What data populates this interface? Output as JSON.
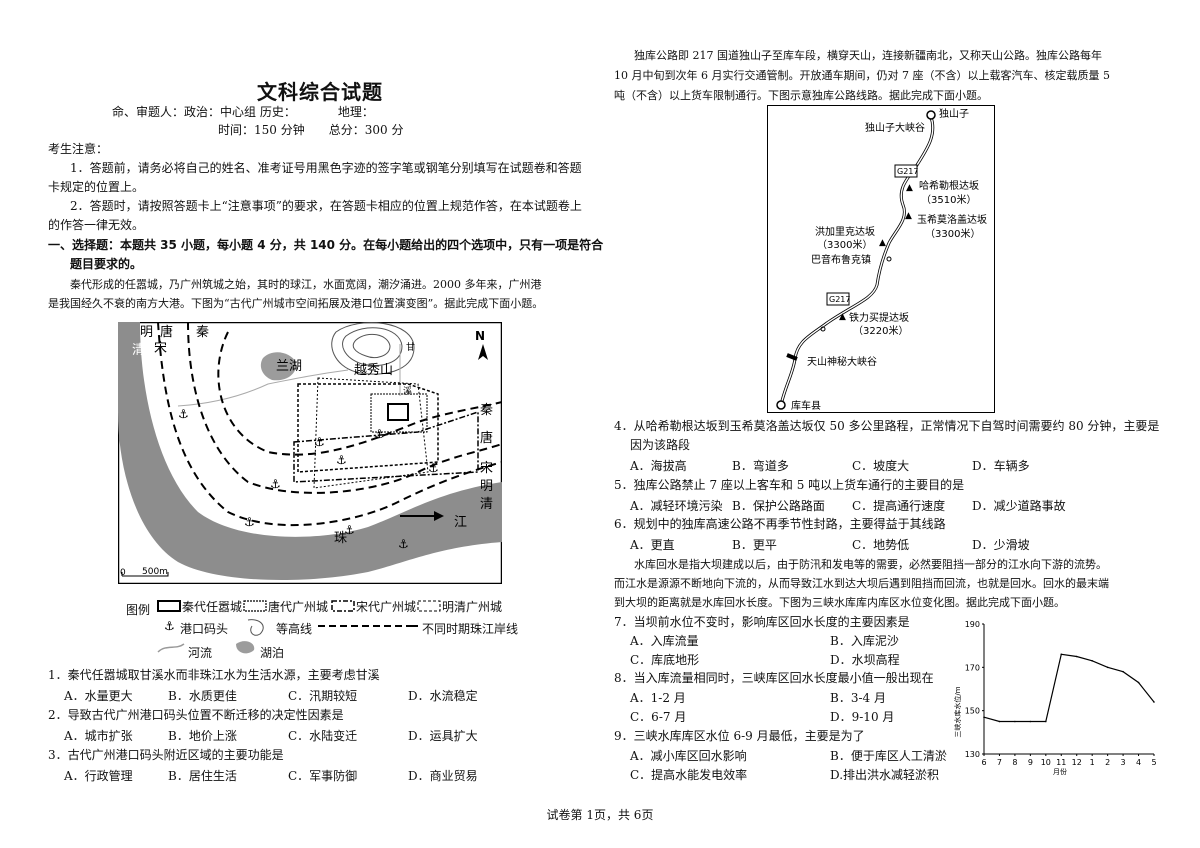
{
  "header": {
    "title": "文科综合试题",
    "authors": "命、审题人：政治：中心组 历史：　　　　地理：",
    "time_info": "时间：150 分钟　　总分：300 分"
  },
  "notice": {
    "heading": "考生注意：",
    "item1_a": "1．答题前，请务必将自己的姓名、准考证号用黑色字迹的签字笔或钢笔分别填写在试题卷和答题",
    "item1_b": "卡规定的位置上。",
    "item2_a": "2．答题时，请按照答题卡上“注意事项”的要求，在答题卡相应的位置上规范作答，在本试题卷上",
    "item2_b": "的作答一律无效。"
  },
  "section1": {
    "heading_a": "一、选择题：本题共 35 小题，每小题 4 分，共 140 分。在每小题给出的四个选项中，只有一项是符合",
    "heading_b": "题目要求的。",
    "intro_a": "秦代形成的任嚣城，乃广州筑城之始，其时的球江，水面宽阔，潮汐涌进。2000 多年来，广州港",
    "intro_b": "是我国经久不衰的南方大港。下图为“古代广州城市空间拓展及港口位置演变图”。据此完成下面小题。"
  },
  "map1": {
    "labels": {
      "ming": "明",
      "tang": "唐",
      "qin": "秦",
      "qing": "清",
      "song": "宋",
      "lanhu": "兰湖",
      "yuexiushan": "越秀山",
      "gan": "甘",
      "xi": "溪",
      "north": "N",
      "r_qin": "秦",
      "r_tang": "唐",
      "r_song": "宋",
      "r_ming": "明",
      "r_qing": "清",
      "jiang": "江",
      "zhu": "珠",
      "scale": "500m"
    },
    "legend": {
      "title": "图例",
      "qin": "秦代任嚣城",
      "tang": "唐代广州城",
      "song": "宋代广州城",
      "mingqing": "明清广州城",
      "port": "港口码头",
      "contour": "等高线",
      "shoreline": "不同时期珠江岸线",
      "river": "河流",
      "lake": "湖泊"
    }
  },
  "q1": {
    "stem": "1．秦代任嚣城取甘溪水而非珠江水为生活水源，主要考虑甘溪",
    "a": "A．水量更大",
    "b": "B．水质更佳",
    "c": "C．汛期较短",
    "d": "D．水流稳定"
  },
  "q2": {
    "stem": "2．导致古代广州港口码头位置不断迁移的决定性因素是",
    "a": "A．城市扩张",
    "b": "B．地价上涨",
    "c": "C．水陆变迁",
    "d": "D．运具扩大"
  },
  "q3": {
    "stem": "3．古代广州港口码头附近区域的主要功能是",
    "a": "A．行政管理",
    "b": "B．居住生活",
    "c": "C．军事防御",
    "d": "D．商业贸易"
  },
  "right": {
    "intro_a": "独库公路即 217 国道独山子至库车段，横穿天山，连接新疆南北，又称天山公路。独库公路每年",
    "intro_b": "10 月中旬到次年 6 月实行交通管制。开放通车期间，仍对 7 座（不含）以上载客汽车、核定载质量 5",
    "intro_c": "吨（不含）以上货车限制通行。下图示意独库公路线路。据此完成下面小题。"
  },
  "map2": {
    "dushanzi": "独山子",
    "dushanzi_canyon": "独山子大峡谷",
    "g217a": "G217",
    "g217b": "G217",
    "haxile": "哈希勒根达坂",
    "haxile_alt": "（3510米）",
    "yuxi": "玉希莫洛盖达坂",
    "yuxi_alt": "（3300米）",
    "hongjia": "洪加里克达坂",
    "hongjia_alt": "（3300米）",
    "bayin": "巴音布鲁克镇",
    "tieli": "铁力买提达坂",
    "tieli_alt": "（3220米）",
    "tianshan": "天山神秘大峡谷",
    "kuche": "库车县"
  },
  "q4": {
    "stem_a": "4．从哈希勒根达坂到玉希莫洛盖达坂仅 50 多公里路程，正常情况下自驾时间需要约 80 分钟，主要是",
    "stem_b": "因为该路段",
    "a": "A．海拔高",
    "b": "B．弯道多",
    "c": "C．坡度大",
    "d": "D．车辆多"
  },
  "q5": {
    "stem": "5．独库公路禁止 7 座以上客车和 5 吨以上货车通行的主要目的是",
    "a": "A．减轻环境污染",
    "b": "B．保护公路路面",
    "c": "C．提高通行速度",
    "d": "D．减少道路事故"
  },
  "q6": {
    "stem": "6．规划中的独库高速公路不再季节性封路，主要得益于其线路",
    "a": "A．更直",
    "b": "B．更平",
    "c": "C．地势低",
    "d": "D．少滑坡"
  },
  "passage3": {
    "a": "水库回水是指大坝建成以后，由于防汛和发电等的需要，必然要阻挡一部分的江水向下游的流势。",
    "b": "而江水是源源不断地向下流的，从而导致江水到达大坝后遇到阻挡而回流，也就是回水。回水的最末端",
    "c": "到大坝的距离就是水库回水长度。下图为三峡水库库内库区水位变化图。据此完成下面小题。"
  },
  "q7": {
    "stem": "7．当坝前水位不变时，影响库区回水长度的主要因素是",
    "a": "A．入库流量",
    "b": "B．入库泥沙",
    "c": "C．库底地形",
    "d": "D．水坝高程"
  },
  "q8": {
    "stem": "8．当入库流量相同时，三峡库区回水长度最小值一般出现在",
    "a": "A．1-2 月",
    "b": "B．3-4 月",
    "c": "C．6-7 月",
    "d": "D．9-10 月"
  },
  "q9": {
    "stem": "9．三峡水库库区水位 6-9 月最低，主要是为了",
    "a": "A．减小库区回水影响",
    "b": "B．便于库区人工清淤",
    "c": "C．提高水能发电效率",
    "d": "D.排出洪水减轻淤积"
  },
  "chart_data": {
    "type": "line",
    "categories": [
      "6",
      "7",
      "8",
      "9",
      "10",
      "11",
      "12",
      "1",
      "2",
      "3",
      "4",
      "5"
    ],
    "values": [
      147,
      145,
      145,
      145,
      145,
      176,
      175,
      173,
      170,
      168,
      163,
      154
    ],
    "ylabel": "三峡水库水位/m",
    "xlabel": "月份",
    "ylim": [
      130,
      190
    ],
    "yticks": [
      "190",
      "170",
      "150",
      "130"
    ]
  },
  "footer": "试卷第 1页，共 6页"
}
